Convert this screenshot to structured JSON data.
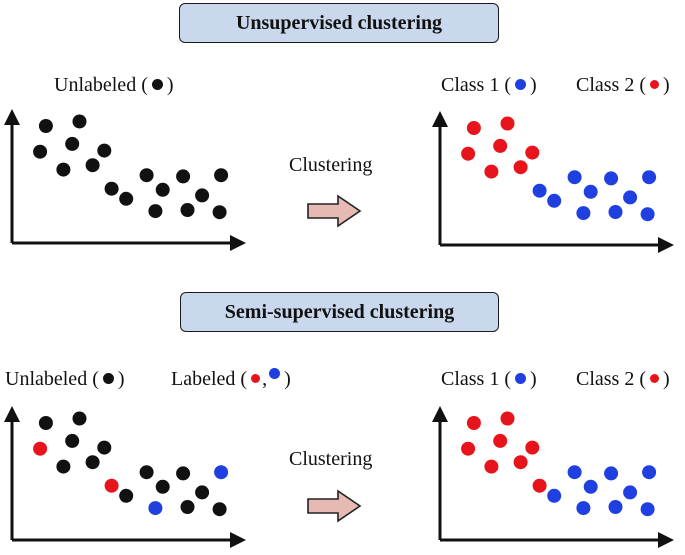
{
  "colors": {
    "unlabeled": "#111111",
    "class1": "#1f3fe0",
    "class2": "#e8141c",
    "banner_fill": "#c9d8ec",
    "arrow_fill": "#e7b9b3",
    "arrow_stroke": "#222222"
  },
  "top": {
    "banner": "Unsupervised clustering",
    "left_label": "Unlabeled (",
    "left_label_close": ")",
    "arrow_label": "Clustering",
    "right_label_1": "Class 1 (",
    "right_label_1_close": ")",
    "right_label_2": "Class 2 (",
    "right_label_2_close": ")"
  },
  "bottom": {
    "banner": "Semi-supervised clustering",
    "left_label": "Unlabeled (",
    "left_label_close": ")",
    "mid_label": "Labeled (",
    "mid_label_sep": ",",
    "mid_label_close": ")",
    "arrow_label": "Clustering",
    "right_label_1": "Class 1 (",
    "right_label_1_close": ")",
    "right_label_2": "Class 2 (",
    "right_label_2_close": ")"
  },
  "panels": {
    "cluster_a": [
      [
        1.5,
        9.2
      ],
      [
        3.8,
        9.6
      ],
      [
        1.1,
        6.9
      ],
      [
        3.3,
        7.6
      ],
      [
        5.5,
        7.0
      ],
      [
        2.7,
        5.3
      ],
      [
        4.7,
        5.7
      ]
    ],
    "cluster_b": [
      [
        6.0,
        3.6
      ],
      [
        8.4,
        4.8
      ],
      [
        10.9,
        4.7
      ],
      [
        13.5,
        4.8
      ],
      [
        7.0,
        2.7
      ],
      [
        9.5,
        3.5
      ],
      [
        12.2,
        3.0
      ],
      [
        9.0,
        1.6
      ],
      [
        11.2,
        1.7
      ],
      [
        13.4,
        1.5
      ]
    ],
    "top_left_classes": [
      "u",
      "u",
      "u",
      "u",
      "u",
      "u",
      "u",
      "u",
      "u",
      "u",
      "u",
      "u",
      "u",
      "u",
      "u",
      "u",
      "u"
    ],
    "top_right_classes": [
      "r",
      "r",
      "r",
      "r",
      "r",
      "r",
      "r",
      "b",
      "b",
      "b",
      "b",
      "b",
      "b",
      "b",
      "b",
      "b",
      "b"
    ],
    "bottom_left_classes": [
      "u",
      "u",
      "r",
      "u",
      "u",
      "u",
      "u",
      "r",
      "u",
      "u",
      "b",
      "u",
      "u",
      "u",
      "b",
      "u",
      "u"
    ],
    "bottom_right_classes": [
      "r",
      "r",
      "r",
      "r",
      "r",
      "r",
      "r",
      "r",
      "b",
      "b",
      "b",
      "b",
      "b",
      "b",
      "b",
      "b",
      "b"
    ]
  }
}
